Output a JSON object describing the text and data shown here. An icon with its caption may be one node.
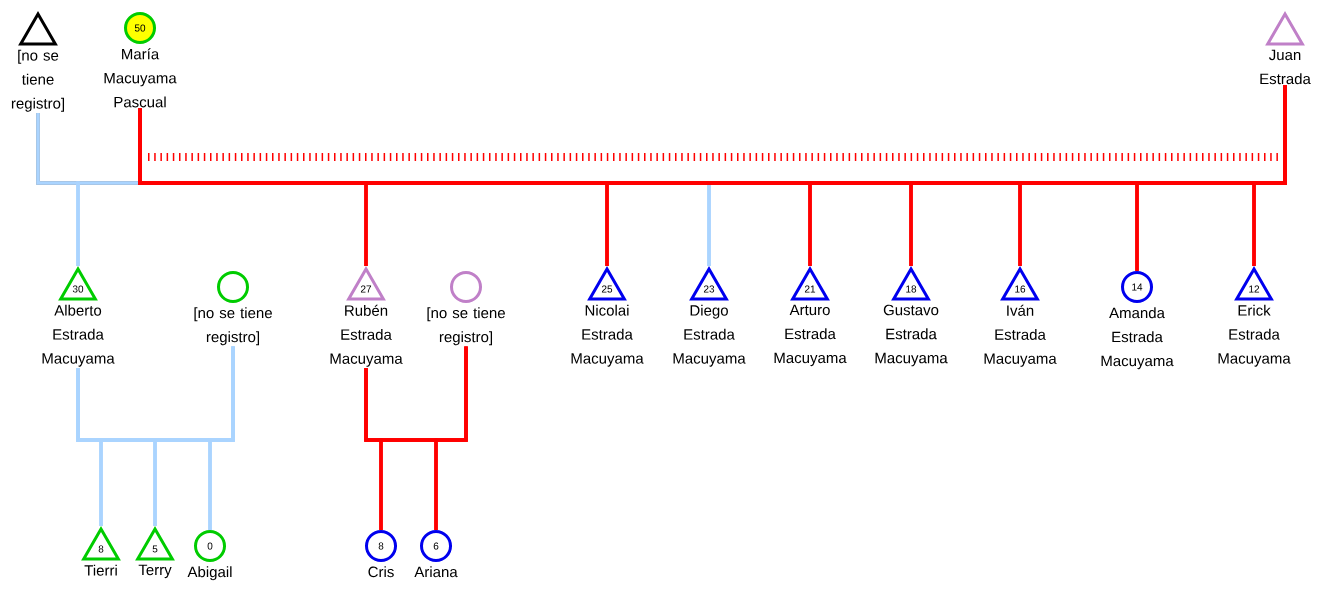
{
  "diagram": {
    "nodes": [
      {
        "text": [],
        "shape": "triangle",
        "beside": [
          "[no se tiene registro]"
        ]
      },
      {
        "text": [
          "50"
        ],
        "beside": [
          "María Macuyama Pascual"
        ]
      },
      {
        "text": [],
        "shape": "triangle",
        "beside": [
          "Juan Estrada"
        ]
      },
      {
        "text": [
          "30"
        ],
        "beside": [
          "Alberto Estrada Macuyama"
        ]
      },
      {
        "text": [],
        "shape": "circle",
        "beside": [
          "[no se tiene registro]"
        ]
      },
      {
        "text": [
          "27"
        ],
        "beside": [
          "Rubén Estrada Macuyama"
        ]
      },
      {
        "text": [],
        "shape": "circle",
        "beside": [
          "[no se tiene registro]"
        ]
      },
      {
        "text": [
          "25"
        ],
        "beside": [
          "Nicolai Estrada Macuyama"
        ]
      },
      {
        "text": [
          "23"
        ],
        "beside": [
          "Diego Estrada Macuyama"
        ]
      },
      {
        "text": [
          "21"
        ],
        "beside": [
          "Arturo Estrada Macuyama"
        ]
      },
      {
        "text": [
          "18"
        ],
        "beside": [
          "Gustavo Estrada Macuyama"
        ]
      },
      {
        "text": [
          "16"
        ],
        "beside": [
          "Iván Estrada Macuyama"
        ]
      },
      {
        "text": [
          "14"
        ],
        "beside": [
          "Amanda Estrada Macuyama"
        ]
      },
      {
        "text": [
          "12"
        ],
        "beside": [
          "Erick Estrada Macuyama"
        ]
      },
      {
        "text": [
          "8"
        ],
        "beside": [
          "Tierri"
        ]
      },
      {
        "text": [
          "5"
        ],
        "beside": [
          "Terry"
        ]
      },
      {
        "text": [
          "0"
        ],
        "beside": [
          "Abigail"
        ]
      },
      {
        "text": [
          "8"
        ],
        "beside": [
          "Cris"
        ]
      },
      {
        "text": [
          "6"
        ],
        "beside": [
          "Ariana"
        ]
      }
    ],
    "edges": [
      {
        "from": 0,
        "to": 1,
        "arrow": "none",
        "color": "#808080"
      },
      {
        "from": 1,
        "to": 2,
        "arrow": "none"
      },
      {
        "from": 1,
        "to": 2,
        "arrow": "none",
        "style": "dashed"
      },
      {
        "from": 0,
        "to": 3,
        "arrow": "none",
        "color": "#aad4ff"
      },
      {
        "from": 1,
        "to": 3,
        "arrow": "none",
        "color": "#aad4ff"
      },
      {
        "from": 1,
        "to": 5,
        "arrow": "none"
      },
      {
        "from": 2,
        "to": 5,
        "arrow": "none"
      },
      {
        "from": 1,
        "to": 7,
        "arrow": "none"
      },
      {
        "from": 2,
        "to": 7,
        "arrow": "none"
      },
      {
        "from": 1,
        "to": 8,
        "arrow": "none",
        "color": "#aad4ff"
      },
      {
        "from": 2,
        "to": 8,
        "arrow": "none",
        "color": "#aad4ff"
      },
      {
        "from": 1,
        "to": 9,
        "arrow": "none"
      },
      {
        "from": 2,
        "to": 9,
        "arrow": "none"
      },
      {
        "from": 1,
        "to": 10,
        "arrow": "none"
      },
      {
        "from": 2,
        "to": 10,
        "arrow": "none"
      },
      {
        "from": 1,
        "to": 11,
        "arrow": "none"
      },
      {
        "from": 2,
        "to": 11,
        "arrow": "none"
      },
      {
        "from": 1,
        "to": 12,
        "arrow": "none"
      },
      {
        "from": 2,
        "to": 12,
        "arrow": "none"
      },
      {
        "from": 1,
        "to": 13,
        "arrow": "none"
      },
      {
        "from": 2,
        "to": 13,
        "arrow": "none"
      },
      {
        "from": 3,
        "to": 4,
        "arrow": "none",
        "color": "#aad4ff"
      },
      {
        "from": 3,
        "to": 14,
        "arrow": "none",
        "color": "#aad4ff"
      },
      {
        "from": 4,
        "to": 14,
        "arrow": "none",
        "color": "#aad4ff"
      },
      {
        "from": 3,
        "to": 15,
        "arrow": "none",
        "color": "#aad4ff"
      },
      {
        "from": 4,
        "to": 15,
        "arrow": "none",
        "color": "#aad4ff"
      },
      {
        "from": 3,
        "to": 16,
        "arrow": "none",
        "color": "#aad4ff"
      },
      {
        "from": 4,
        "to": 16,
        "arrow": "none",
        "color": "#aad4ff"
      },
      {
        "from": 5,
        "to": 6,
        "arrow": "none"
      },
      {
        "from": 5,
        "to": 17,
        "arrow": "none"
      },
      {
        "from": 6,
        "to": 17,
        "arrow": "none"
      },
      {
        "from": 5,
        "to": 18,
        "arrow": "none"
      },
      {
        "from": 6,
        "to": 18,
        "arrow": "none"
      }
    ]
  }
}
